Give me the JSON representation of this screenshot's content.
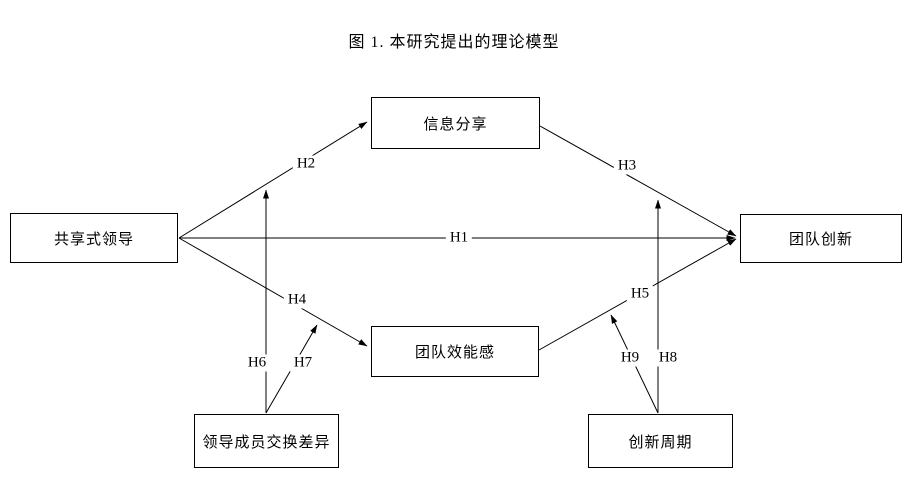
{
  "figure": {
    "title": "图 1. 本研究提出的理论模型"
  },
  "nodes": [
    {
      "id": "shared-leadership",
      "label": "共享式领导"
    },
    {
      "id": "information-sharing",
      "label": "信息分享"
    },
    {
      "id": "team-innovation",
      "label": "团队创新"
    },
    {
      "id": "team-efficacy",
      "label": "团队效能感"
    },
    {
      "id": "lmx-differentiation",
      "label": "领导成员交换差异"
    },
    {
      "id": "innovation-cycle",
      "label": "创新周期"
    }
  ],
  "edges": [
    {
      "label": "H1",
      "from": "共享式领导",
      "to": "团队创新",
      "type": "direct"
    },
    {
      "label": "H2",
      "from": "共享式领导",
      "to": "信息分享",
      "type": "direct"
    },
    {
      "label": "H3",
      "from": "信息分享",
      "to": "团队创新",
      "type": "direct"
    },
    {
      "label": "H4",
      "from": "共享式领导",
      "to": "团队效能感",
      "type": "direct"
    },
    {
      "label": "H5",
      "from": "团队效能感",
      "to": "团队创新",
      "type": "direct"
    },
    {
      "label": "H6",
      "from": "领导成员交换差异",
      "to": "H2路径",
      "type": "moderation"
    },
    {
      "label": "H7",
      "from": "领导成员交换差异",
      "to": "H4路径",
      "type": "moderation"
    },
    {
      "label": "H8",
      "from": "创新周期",
      "to": "H3路径",
      "type": "moderation"
    },
    {
      "label": "H9",
      "from": "创新周期",
      "to": "H5路径",
      "type": "moderation"
    }
  ],
  "colors": {
    "line": "#000000",
    "background": "#ffffff"
  }
}
